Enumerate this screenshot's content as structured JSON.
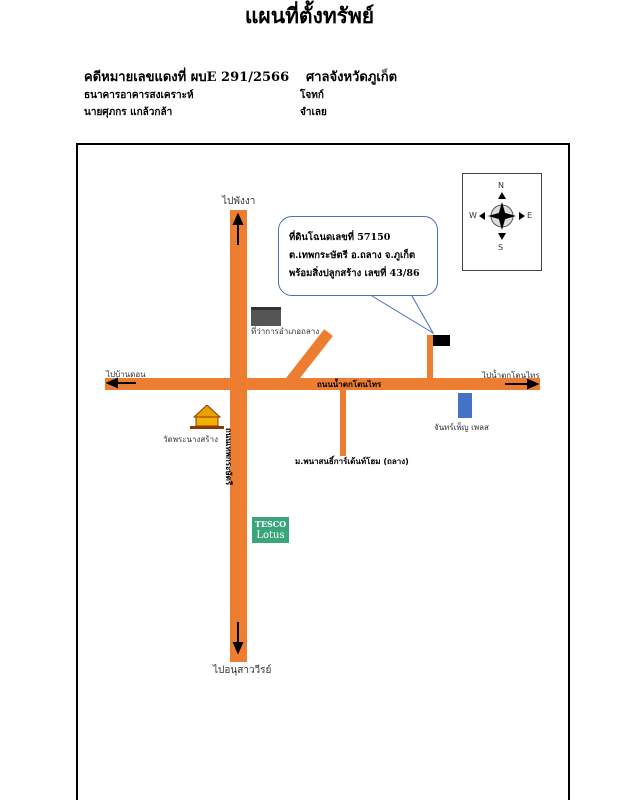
{
  "title": "แผนที่ตั้งทรัพย์",
  "header": {
    "case": "คดีหมายเลขแดงที่ ผบE 291/2566",
    "court": "ศาลจังหวัดภูเก็ต",
    "plaintiff": "ธนาคารอาคารสงเคราะห์",
    "plaintiff_role": "โจทก์",
    "defendant": "นายศุภกร แกล้วกล้า",
    "defendant_role": "จำเลย"
  },
  "map": {
    "to_north": "ไปพังงา",
    "to_south": "ไปอนุสาววีรย์",
    "to_west": "ไปบ้านดอน",
    "to_east": "ไปน้ำตกโตนไทร",
    "road_main_h": "ถนนน้ำตกโตนไทร",
    "road_main_v": "ถนนเทพกระษัตรี",
    "district_office": "ที่ว่าการอำเภอถลาง",
    "temple": "วัดพระนางสร้าง",
    "village": "ม.พนาสนธิ์การ์เด้นท์โฮม (ถลาง)",
    "mall": "จันทร์เพ็ญ เพลส",
    "tesco_1": "TESCO",
    "tesco_2": "Lotus",
    "callout": [
      "ที่ดินโฉนดเลขที่ 57150",
      "ต.เทพกระษัตรี อ.ถลาง จ.ภูเก็ต",
      "พร้อมสิ่งปลูกสร้าง เลขที่ 43/86"
    ],
    "compass": {
      "n": "N",
      "s": "S",
      "e": "E",
      "w": "W"
    }
  },
  "colors": {
    "road": "#ed7d31",
    "tesco": "#3aa57a",
    "mall": "#4472c4"
  }
}
